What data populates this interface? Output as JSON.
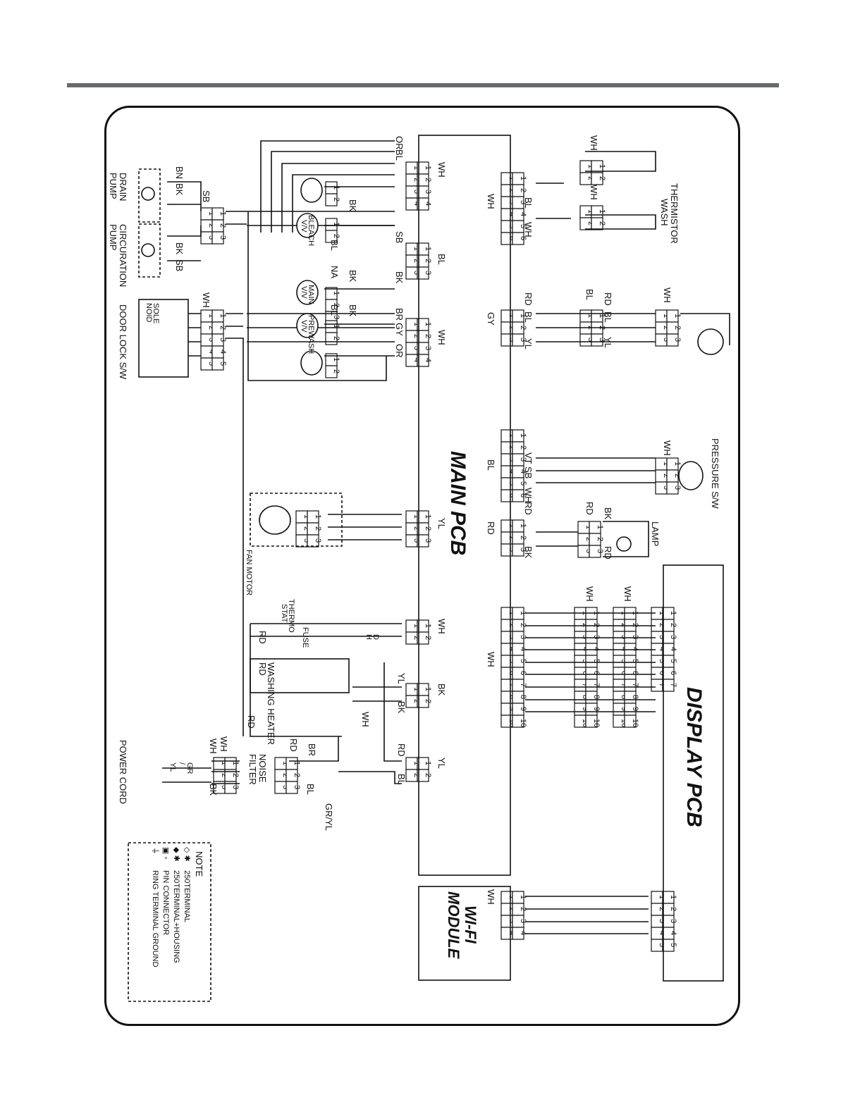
{
  "boards": {
    "main_pcb": "MAIN PCB",
    "display_pcb": "DISPLAY PCB",
    "wifi_module_line1": "WI-FI",
    "wifi_module_line2": "MODULE"
  },
  "components": {
    "drain_pump_1": "DRAIN",
    "drain_pump_2": "PUMP",
    "circulation_pump_1": "CIRCURATION",
    "circulation_pump_2": "PUMP",
    "door_lock": "DOOR LOCK S/W",
    "solenoid_1": "SOLE",
    "solenoid_2": "NOID",
    "bleach_valve_1": "BLEACH",
    "bleach_valve_2": "V/V",
    "main_valve_1": "MAIN",
    "main_valve_2": "V/V",
    "prewash_valve_1": "PREWASH",
    "prewash_valve_2": "V/V",
    "thermistor_1": "THERMISTOR",
    "thermistor_2": "WASH",
    "pressure_sw": "PRESSURE S/W",
    "lamp": "LAMP",
    "fan_motor": "FAN MOTOR",
    "thermostat_1": "THERMO",
    "thermostat_2": "STAT",
    "fuse": "FUSE",
    "dh_1": "D",
    "dh_2": "H",
    "washing_heater": "WASHING HEATER",
    "noise_filter_1": "NOISE",
    "noise_filter_2": "FILTER",
    "power_cord": "POWER CORD"
  },
  "wire_colors": {
    "wh": "WH",
    "bl": "BL",
    "or": "OR",
    "sb": "SB",
    "bk": "BK",
    "bn": "BN",
    "na": "NA",
    "br": "BR",
    "gy": "GY",
    "rd": "RD",
    "yl": "YL",
    "vt": "VT",
    "gr": "GR",
    "gr_yl": "GR/YL",
    "gr_slash": "/",
    "yl_only": "YL"
  },
  "note": {
    "title": "NOTE",
    "items": [
      {
        "symbol": "◇ ✱",
        "text": "250TERMINAL"
      },
      {
        "symbol": "◆ ✱",
        "text": "250TERMINAL+HOUSING"
      },
      {
        "symbol": "▣ ▫",
        "text": "PIN CONNECTOR"
      },
      {
        "symbol": "⏚",
        "text": "RING TERMINAL GROUND"
      }
    ]
  },
  "colors": {
    "line": "#111111",
    "header_rule": "#666a6e",
    "background": "#ffffff"
  }
}
